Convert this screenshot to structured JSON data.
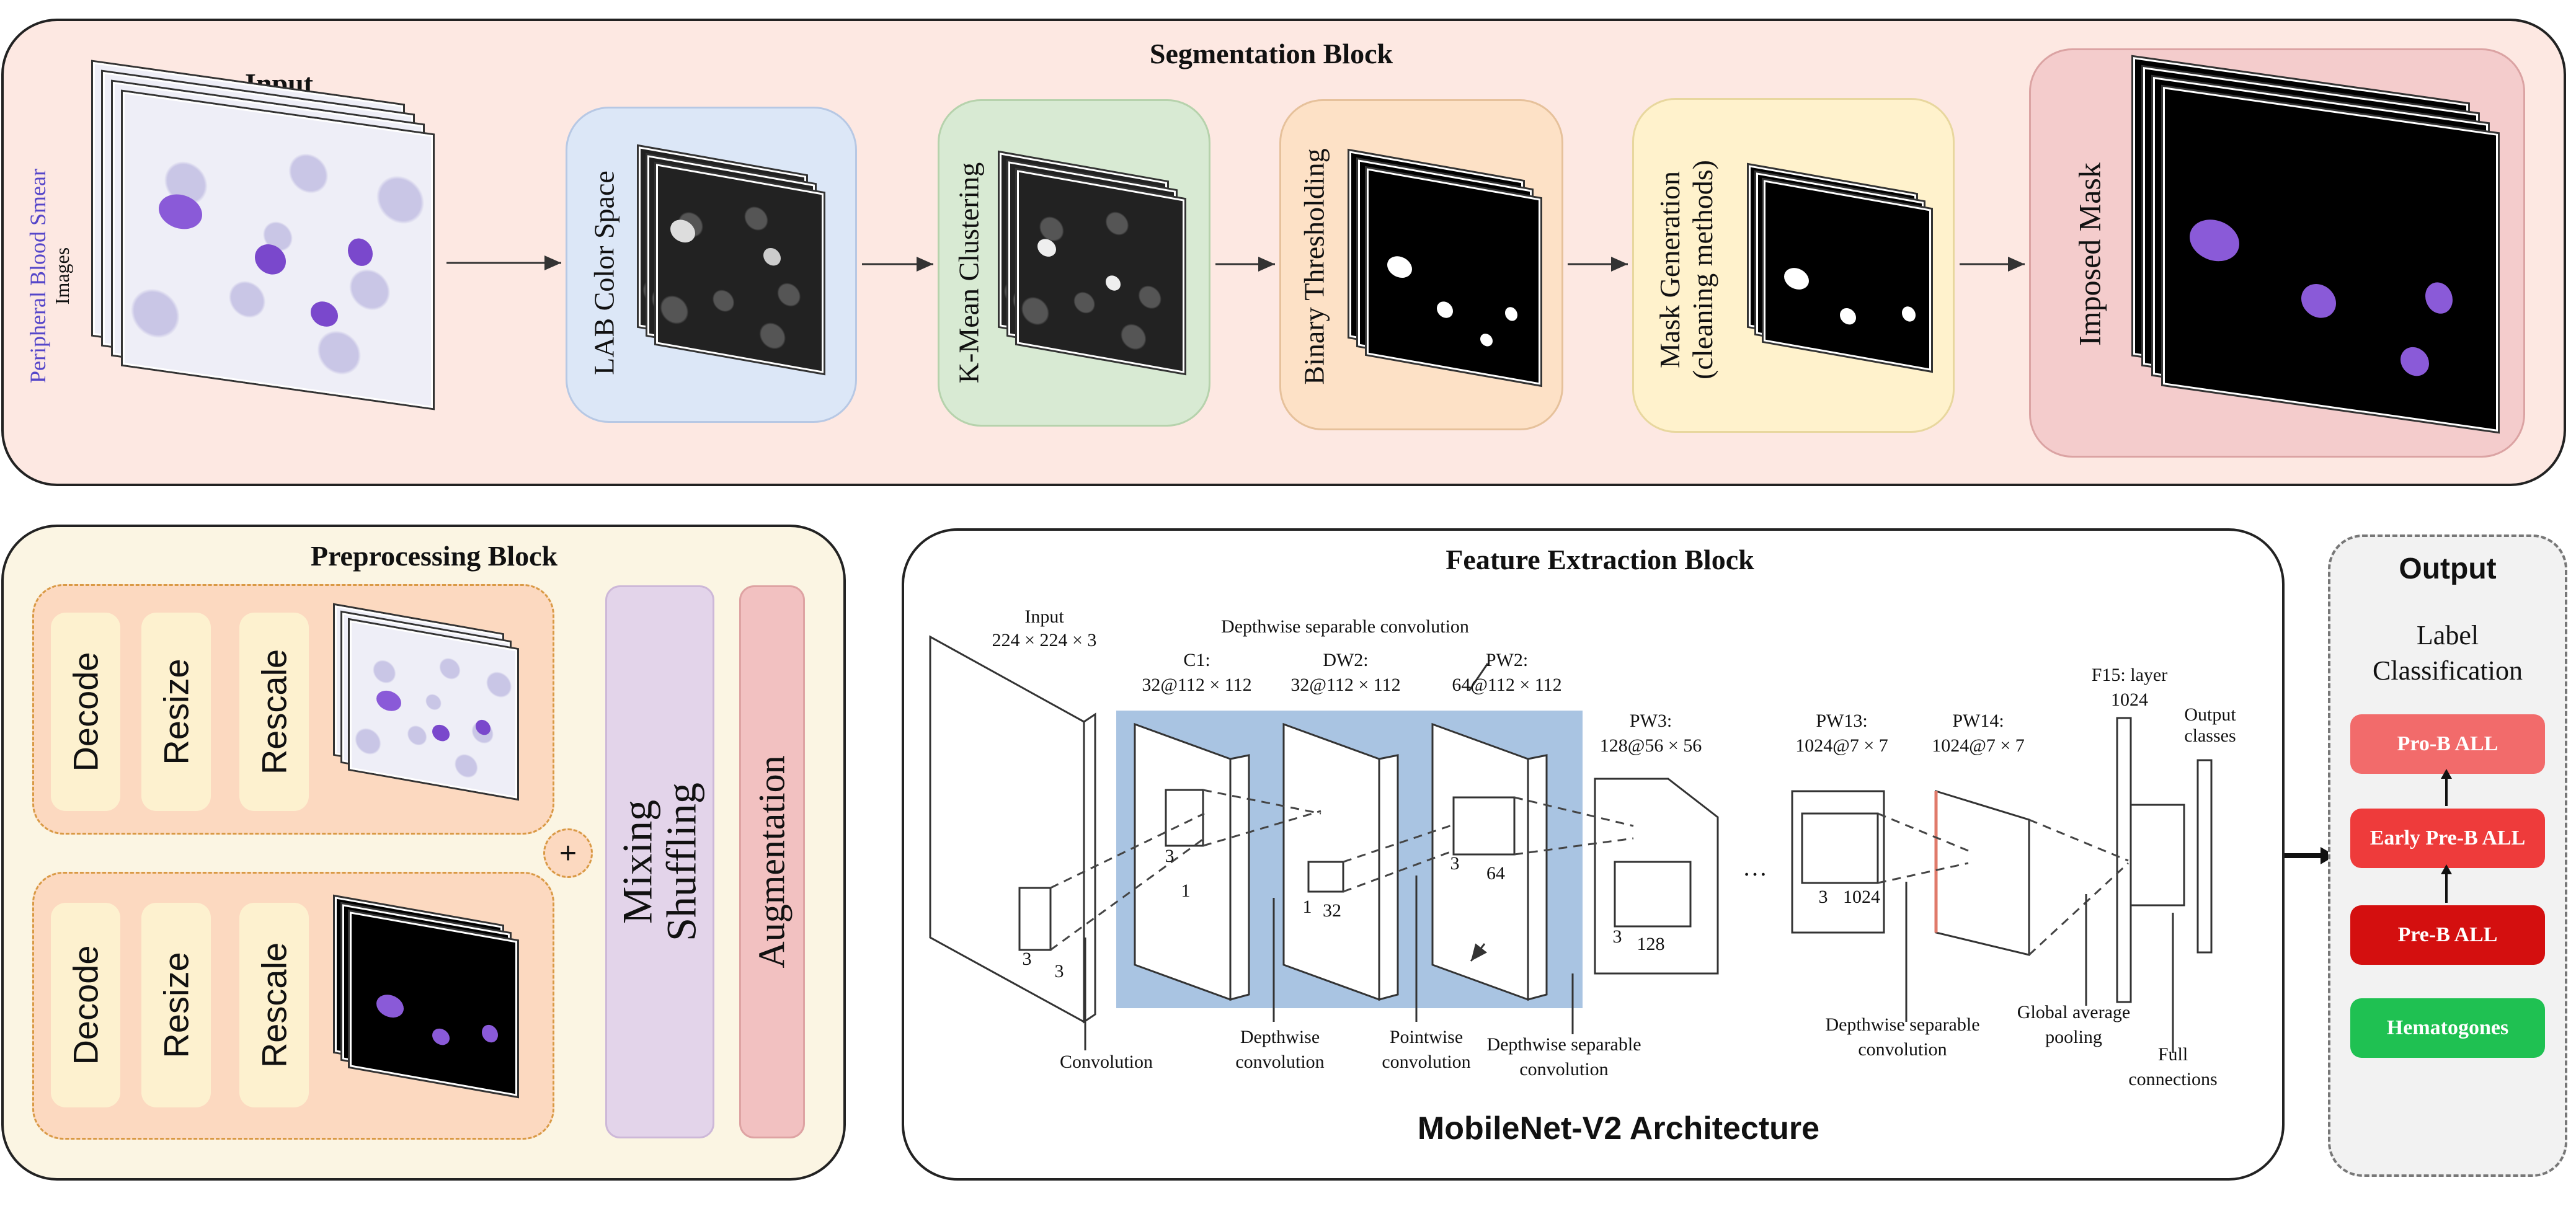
{
  "segmentation": {
    "title": "Segmentation Block",
    "input_title": "Input",
    "input_label_line1": "Peripheral Blood Smear",
    "input_label_line2": "Images",
    "stages": [
      {
        "label": "LAB Color Space",
        "color": "#dce7f7"
      },
      {
        "label": "K-Mean Clustering",
        "color": "#d8ead3"
      },
      {
        "label": "Binary Thresholding",
        "color": "#fde1c6"
      },
      {
        "label_line1": "Mask Generation",
        "label_line2": "(cleaning methods)",
        "color": "#fff2cc"
      },
      {
        "label": "Imposed Mask",
        "color": "#f4cccc"
      }
    ]
  },
  "preprocessing": {
    "title": "Preprocessing Block",
    "ops": [
      "Decode",
      "Resize",
      "Rescale"
    ],
    "plus": "+",
    "mixing": "Mixing",
    "shuffling": "Shuffling",
    "augmentation": "Augmentation"
  },
  "feature": {
    "title": "Feature Extraction Block",
    "subtitle": "MobileNet-V2 Architecture",
    "labels": {
      "input": "Input",
      "input_size": "224 × 224 × 3",
      "dsc_top": "Depthwise separable convolution",
      "c1": "C1:",
      "c1_size": "32@112 × 112",
      "dw2": "DW2:",
      "dw2_size": "32@112 × 112",
      "pw2": "PW2:",
      "pw2_size": "64@112 × 112",
      "pw3": "PW3:",
      "pw3_size": "128@56 × 56",
      "pw13": "PW13:",
      "pw13_size": "1024@7 × 7",
      "pw14": "PW14:",
      "pw14_size": "1024@7 × 7",
      "f15": "F15: layer",
      "f15_size": "1024",
      "output_classes_1": "Output",
      "output_classes_2": "classes",
      "k3a": "3",
      "k3b": "3",
      "k1": "1",
      "k3c": "3",
      "k1b": "1",
      "k32": "32",
      "k3d": "3",
      "k64": "64",
      "k3e": "3",
      "k128": "128",
      "k3f": "3",
      "k1024": "1024",
      "dots": "…",
      "convolution": "Convolution",
      "depthwise_1": "Depthwise",
      "depthwise_2": "convolution",
      "pointwise_1": "Pointwise",
      "pointwise_2": "convolution",
      "dsc_b1": "Depthwise separable",
      "dsc_b2": "convolution",
      "dsc_c1": "Depthwise separable",
      "dsc_c2": "convolution",
      "gap_1": "Global average",
      "gap_2": "pooling",
      "full_1": "Full",
      "full_2": "connections"
    }
  },
  "output": {
    "title": "Output",
    "label_line1": "Label",
    "label_line2": "Classification",
    "classes": [
      {
        "label": "Pro-B ALL",
        "color": "#f26b6b"
      },
      {
        "label": "Early Pre-B ALL",
        "color": "#ee3b3b"
      },
      {
        "label": "Pre-B ALL",
        "color": "#d40f0f"
      },
      {
        "label": "Hematogones",
        "color": "#1fc152"
      }
    ]
  },
  "colors": {
    "segmentation_bg": "#fde8e2",
    "preprocessing_bg": "#fbf5e3",
    "highlight_blue": "#a9c4e2",
    "smear_text": "#5546c9",
    "purple_cell": "#8a5ad8"
  }
}
